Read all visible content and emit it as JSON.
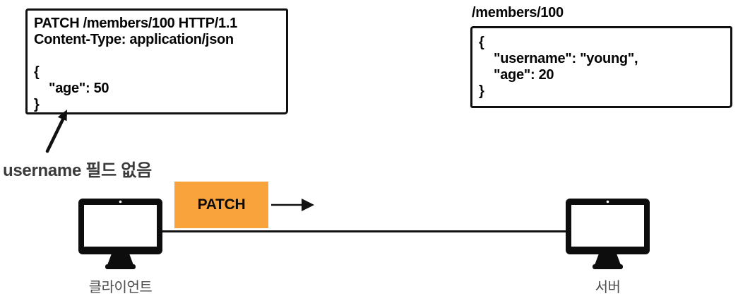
{
  "request_box": {
    "request_line": "PATCH /members/100 HTTP/1.1",
    "content_type_line": "Content-Type: application/json",
    "body_open": "{",
    "body_field_age": "    \"age\": 50",
    "body_close": "}"
  },
  "resource_box": {
    "path_label": "/members/100",
    "body_open": "{",
    "body_field_username": "    \"username\": \"young\",",
    "body_field_age": "    \"age\": 20",
    "body_close": "}"
  },
  "annotation": {
    "text": "username 필드 없음"
  },
  "flow": {
    "method_label": "PATCH",
    "client_label": "클라이언트",
    "server_label": "서버"
  },
  "colors": {
    "method_box_bg": "#F8A33C",
    "ink": "#111111",
    "annotation_text": "#3A3A3A",
    "device_label_text": "#4D4D4D"
  }
}
